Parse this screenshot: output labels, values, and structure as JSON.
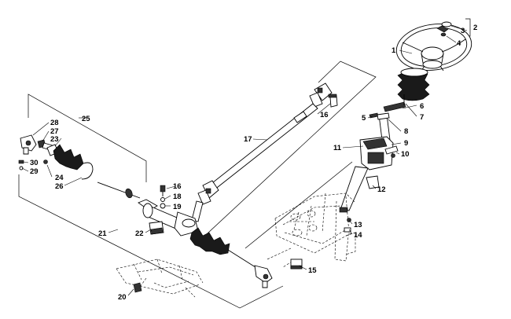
{
  "callouts": [
    {
      "id": "c1",
      "label": "1"
    },
    {
      "id": "c2",
      "label": "2"
    },
    {
      "id": "c3",
      "label": "3"
    },
    {
      "id": "c4",
      "label": "4"
    },
    {
      "id": "c5",
      "label": "5"
    },
    {
      "id": "c6",
      "label": "6"
    },
    {
      "id": "c7",
      "label": "7"
    },
    {
      "id": "c8",
      "label": "8"
    },
    {
      "id": "c9",
      "label": "9"
    },
    {
      "id": "c10",
      "label": "10"
    },
    {
      "id": "c11",
      "label": "11"
    },
    {
      "id": "c12",
      "label": "12"
    },
    {
      "id": "c13",
      "label": "13"
    },
    {
      "id": "c14",
      "label": "14"
    },
    {
      "id": "c15",
      "label": "15"
    },
    {
      "id": "c16a",
      "label": "16"
    },
    {
      "id": "c16b",
      "label": "16"
    },
    {
      "id": "c17",
      "label": "17"
    },
    {
      "id": "c18",
      "label": "18"
    },
    {
      "id": "c19",
      "label": "19"
    },
    {
      "id": "c20",
      "label": "20"
    },
    {
      "id": "c21",
      "label": "21"
    },
    {
      "id": "c22",
      "label": "22"
    },
    {
      "id": "c23",
      "label": "23"
    },
    {
      "id": "c24",
      "label": "24"
    },
    {
      "id": "c25",
      "label": "25"
    },
    {
      "id": "c26",
      "label": "26"
    },
    {
      "id": "c27",
      "label": "27"
    },
    {
      "id": "c28",
      "label": "28"
    },
    {
      "id": "c29",
      "label": "29"
    },
    {
      "id": "c30",
      "label": "30"
    }
  ]
}
